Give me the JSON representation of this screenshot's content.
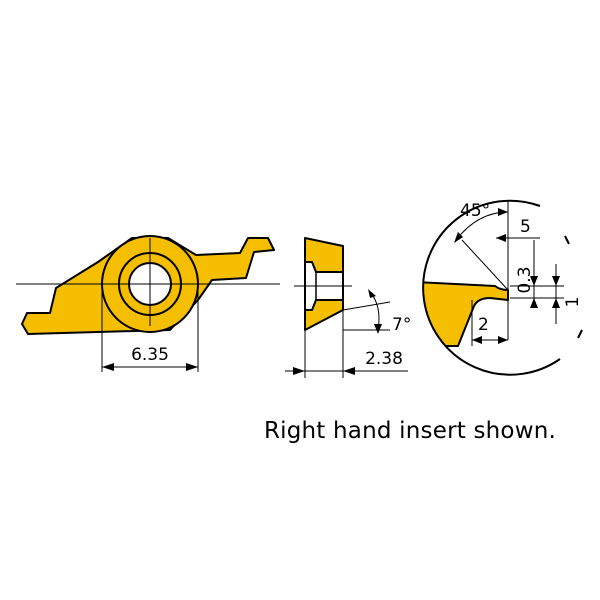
{
  "colors": {
    "insert_fill": "#f5bf00",
    "line": "#000000",
    "background": "#ffffff"
  },
  "dimensions": {
    "width_top_view": "6.35",
    "side_thickness": "2.38",
    "side_clearance_angle": "7°",
    "detail_chamfer_angle": "45°",
    "detail_angle_5": "5",
    "detail_corner_radius": "0.3",
    "detail_depth": "1",
    "detail_width": "2"
  },
  "caption": "Right hand insert shown."
}
